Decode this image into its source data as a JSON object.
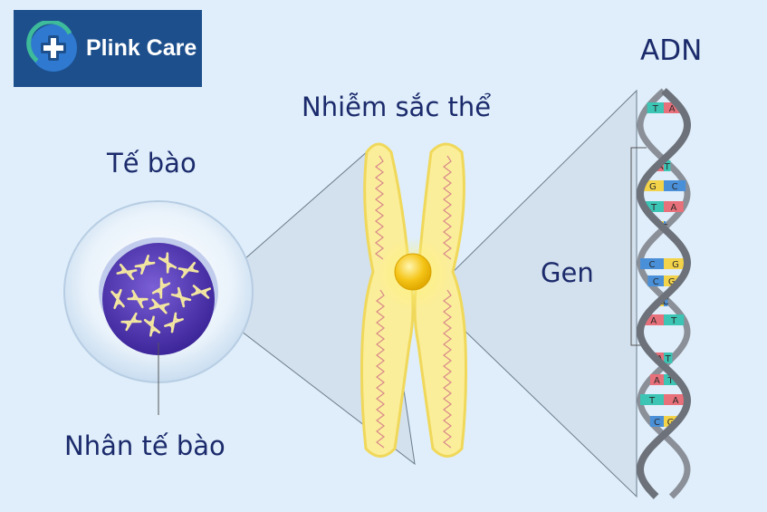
{
  "logo": {
    "text": "Plink Care",
    "icon": "medical-cross-icon"
  },
  "labels": {
    "cell": "Tế bào",
    "nucleus": "Nhân tế bào",
    "chromosome": "Nhiễm sắc thể",
    "dna": "ADN",
    "gene": "Gen"
  },
  "dna_bases": [
    [
      "T",
      "A"
    ],
    [
      "A",
      "T"
    ],
    [
      "G",
      "C"
    ],
    [
      "T",
      "A"
    ],
    [
      "G",
      "C"
    ],
    [
      "C",
      "G"
    ],
    [
      "C",
      "G"
    ],
    [
      "G",
      "C"
    ],
    [
      "A",
      "T"
    ],
    [
      "A",
      "T"
    ],
    [
      "A",
      "T"
    ],
    [
      "T",
      "A"
    ],
    [
      "C",
      "G"
    ]
  ],
  "colors": {
    "background": "#dfeefa",
    "label": "#1b2a6b",
    "logo_bg": "#1d4f8c",
    "nucleus": "#5a3fb0",
    "chromosome": "#fbee9a",
    "centromere": "#f5c518",
    "base_A": "#e8707a",
    "base_T": "#3cc4b4",
    "base_G": "#f3d34a",
    "base_C": "#4a90d9"
  }
}
